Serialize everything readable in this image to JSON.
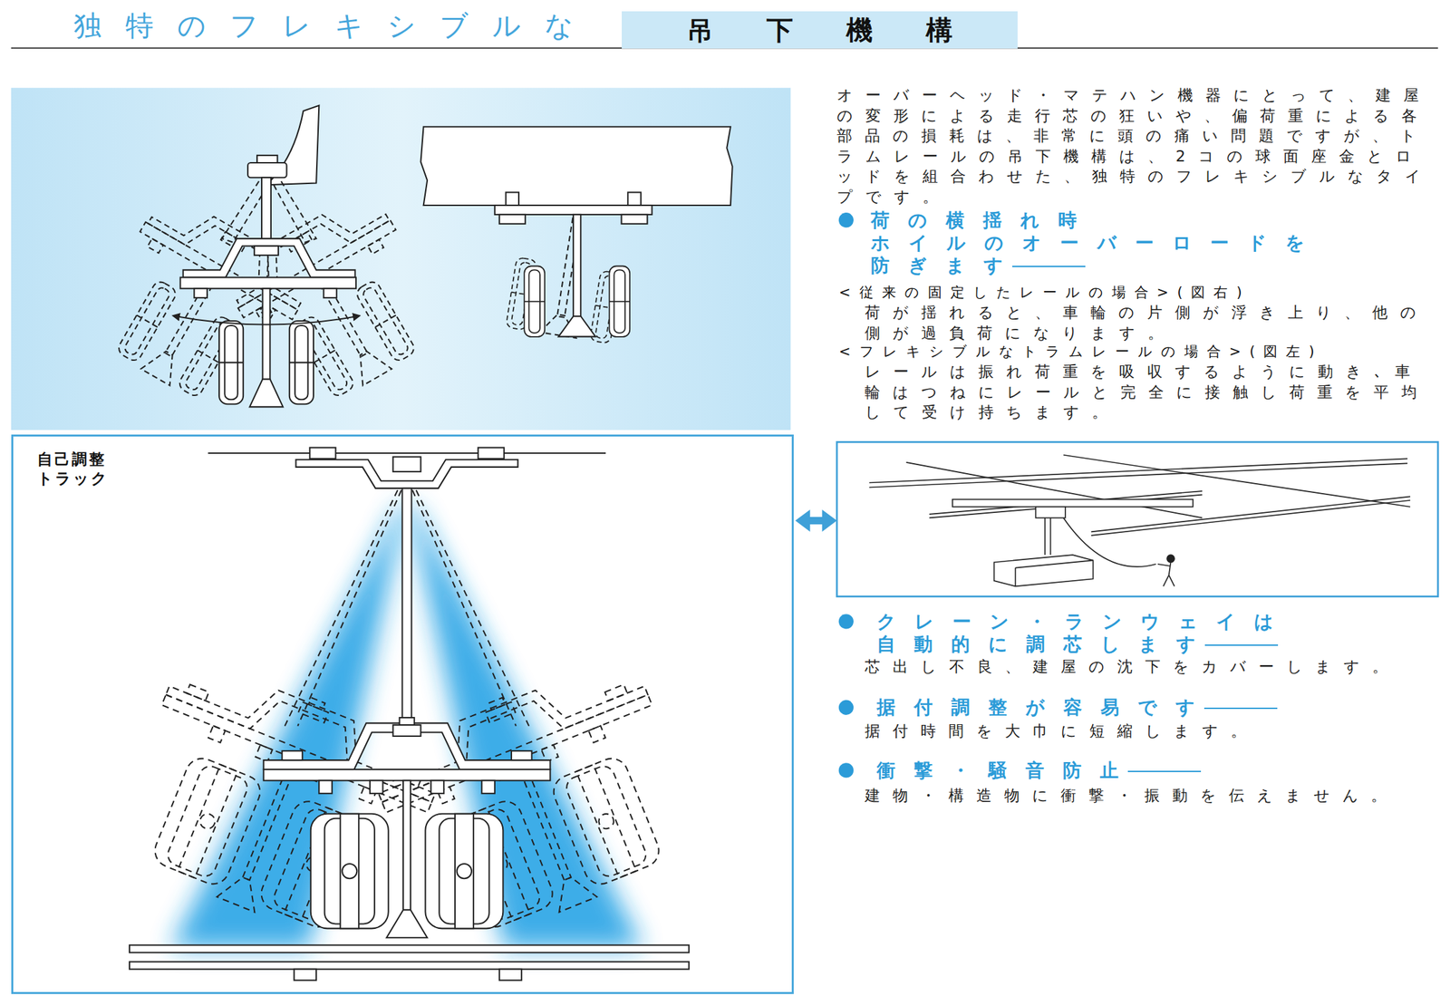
{
  "diagram": {
    "title": "独特のフレキシブルな",
    "nodes": [
      {
        "text": [
          "吊下機構"
        ]
      },
      {
        "text": [
          "自己調整 トラック"
        ]
      }
    ],
    "labels": [
      "オーバーヘッド・マテハン機器にとって、建屋の変形による走行芯の狂いや、偏荷重による各部品の損耗は、非常に頭の痛い問題ですが、トラムレールの吊下機構は、2コの球面座金とロッドを組合わせた、独特のフレキシブルなタイプです。",
      "荷の横揺れ時 ホイルのオーバーロードを 防ぎます",
      "<従来の固定したレールの場合>(図右)",
      "荷が揺れると、車輪の片側が浮き上り、他の側が過負荷になります。",
      "<フレキシブルなトラムレールの場合>(図左)",
      "レールは振れ荷重を吸収するように動き､車輪はつねにレールと完全に接触し荷重を平均して受け持ちます。",
      "クレーン・ランウェイは 自動的に調芯します",
      "芯出し不良、建屋の沈下をカバーします。",
      "据付調整が容易です",
      "据付時間を大巾に短縮します。",
      "衝撃・騒音防止",
      "建物・構造物に衝撃・振動を伝えません。"
    ]
  }
}
